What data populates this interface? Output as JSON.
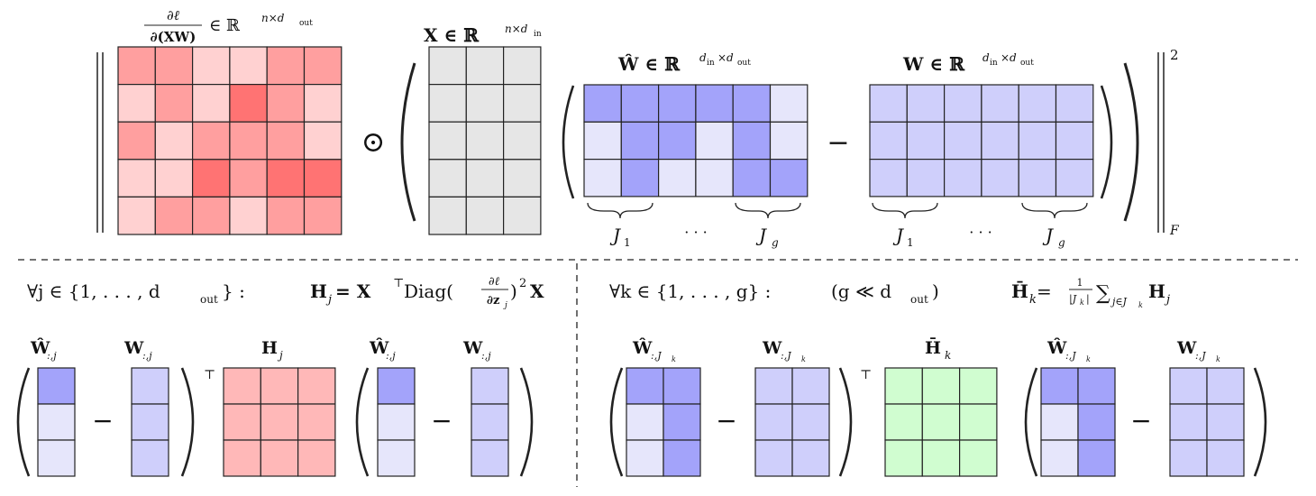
{
  "colors": {
    "grad": [
      "#ffd1d1",
      "#ff9f9f",
      "#ff7373"
    ],
    "x_fill": "#e6e6e6",
    "w_hat": [
      "#e6e6fb",
      "#a3a3fa"
    ],
    "w_fill": "#cfcffb",
    "h_fill": "#ffb8b8",
    "hbar_fill": "#d0fdd0",
    "stroke": "#222222"
  },
  "top": {
    "grad_frac_num": "∂ℓ",
    "grad_frac_den": "∂(XW)",
    "grad_tail": "∈ ℝ",
    "grad_sup": "n×d",
    "grad_sub": "out",
    "x_label": "X ∈ ℝ",
    "x_sup": "n×d",
    "x_sub": "in",
    "what_label": "Ŵ ∈ ℝ",
    "what_sup": "d",
    "what_sup_sub1": "in",
    "what_sup_mid": "×d",
    "what_sup_sub2": "out",
    "w_label": "W ∈ ℝ",
    "w_sup": "d",
    "w_sup_sub1": "in",
    "w_sup_mid": "×d",
    "w_sup_sub2": "out",
    "odot": "⊙",
    "minus": "−",
    "norm_sup": "2",
    "norm_sub": "F",
    "j1": "J",
    "j1_sub": "1",
    "dots": "· · ·",
    "jg": "J",
    "jg_sub": "g"
  },
  "grad_matrix": [
    [
      1,
      1,
      0,
      0,
      1,
      1
    ],
    [
      0,
      1,
      0,
      2,
      1,
      0
    ],
    [
      1,
      0,
      1,
      1,
      1,
      0
    ],
    [
      0,
      0,
      2,
      1,
      2,
      2
    ],
    [
      0,
      1,
      1,
      0,
      1,
      1
    ]
  ],
  "what_matrix": [
    [
      1,
      1,
      1,
      1,
      1,
      0
    ],
    [
      0,
      1,
      1,
      0,
      1,
      0
    ],
    [
      0,
      1,
      0,
      0,
      1,
      1
    ]
  ],
  "bottom_left": {
    "forall": "∀j ∈ {1, . . . , d",
    "forall_sub": "out",
    "forall_end": "} :",
    "h_def": "H",
    "h_def_sub": "j",
    "h_def_rest": " = X",
    "h_def_T": "⊤",
    "h_def_diag": "Diag(",
    "h_def_frac_num": "∂ℓ",
    "h_def_frac_den": "∂z",
    "h_def_frac_den_sub": "j",
    "h_def_close": ")",
    "h_def_sq": "2",
    "h_def_x": "X",
    "what_col": "Ŵ",
    "what_col_sub": ":,j",
    "w_col": "W",
    "w_col_sub": ":,j",
    "h_label": "H",
    "h_label_sub": "j",
    "transpose": "⊤",
    "minus": "−"
  },
  "bottom_right": {
    "forall": "∀k ∈ {1, . . . , g} :",
    "cond": "(g ≪ d",
    "cond_sub": "out",
    "cond_end": ")",
    "hbar_def": "H̄",
    "hbar_def_sub": "k",
    "hbar_def_eq": " = ",
    "hbar_frac_num": "1",
    "hbar_frac_den": "|J",
    "hbar_frac_den_sub": "k",
    "hbar_frac_den_end": "|",
    "hbar_sum": "∑",
    "hbar_sum_sub": "j∈J",
    "hbar_sum_sub2": "k",
    "hbar_term": "H",
    "hbar_term_sub": "j",
    "what_col": "Ŵ",
    "what_col_sub": ":,J",
    "what_col_sub2": "k",
    "w_col": "W",
    "w_col_sub": ":,J",
    "w_col_sub2": "k",
    "hbar_label": "H̄",
    "hbar_label_sub": "k",
    "transpose": "⊤",
    "minus": "−"
  },
  "what_col_vec": [
    1,
    0,
    0
  ],
  "what_group": [
    [
      1,
      1
    ],
    [
      0,
      1
    ],
    [
      0,
      1
    ]
  ]
}
